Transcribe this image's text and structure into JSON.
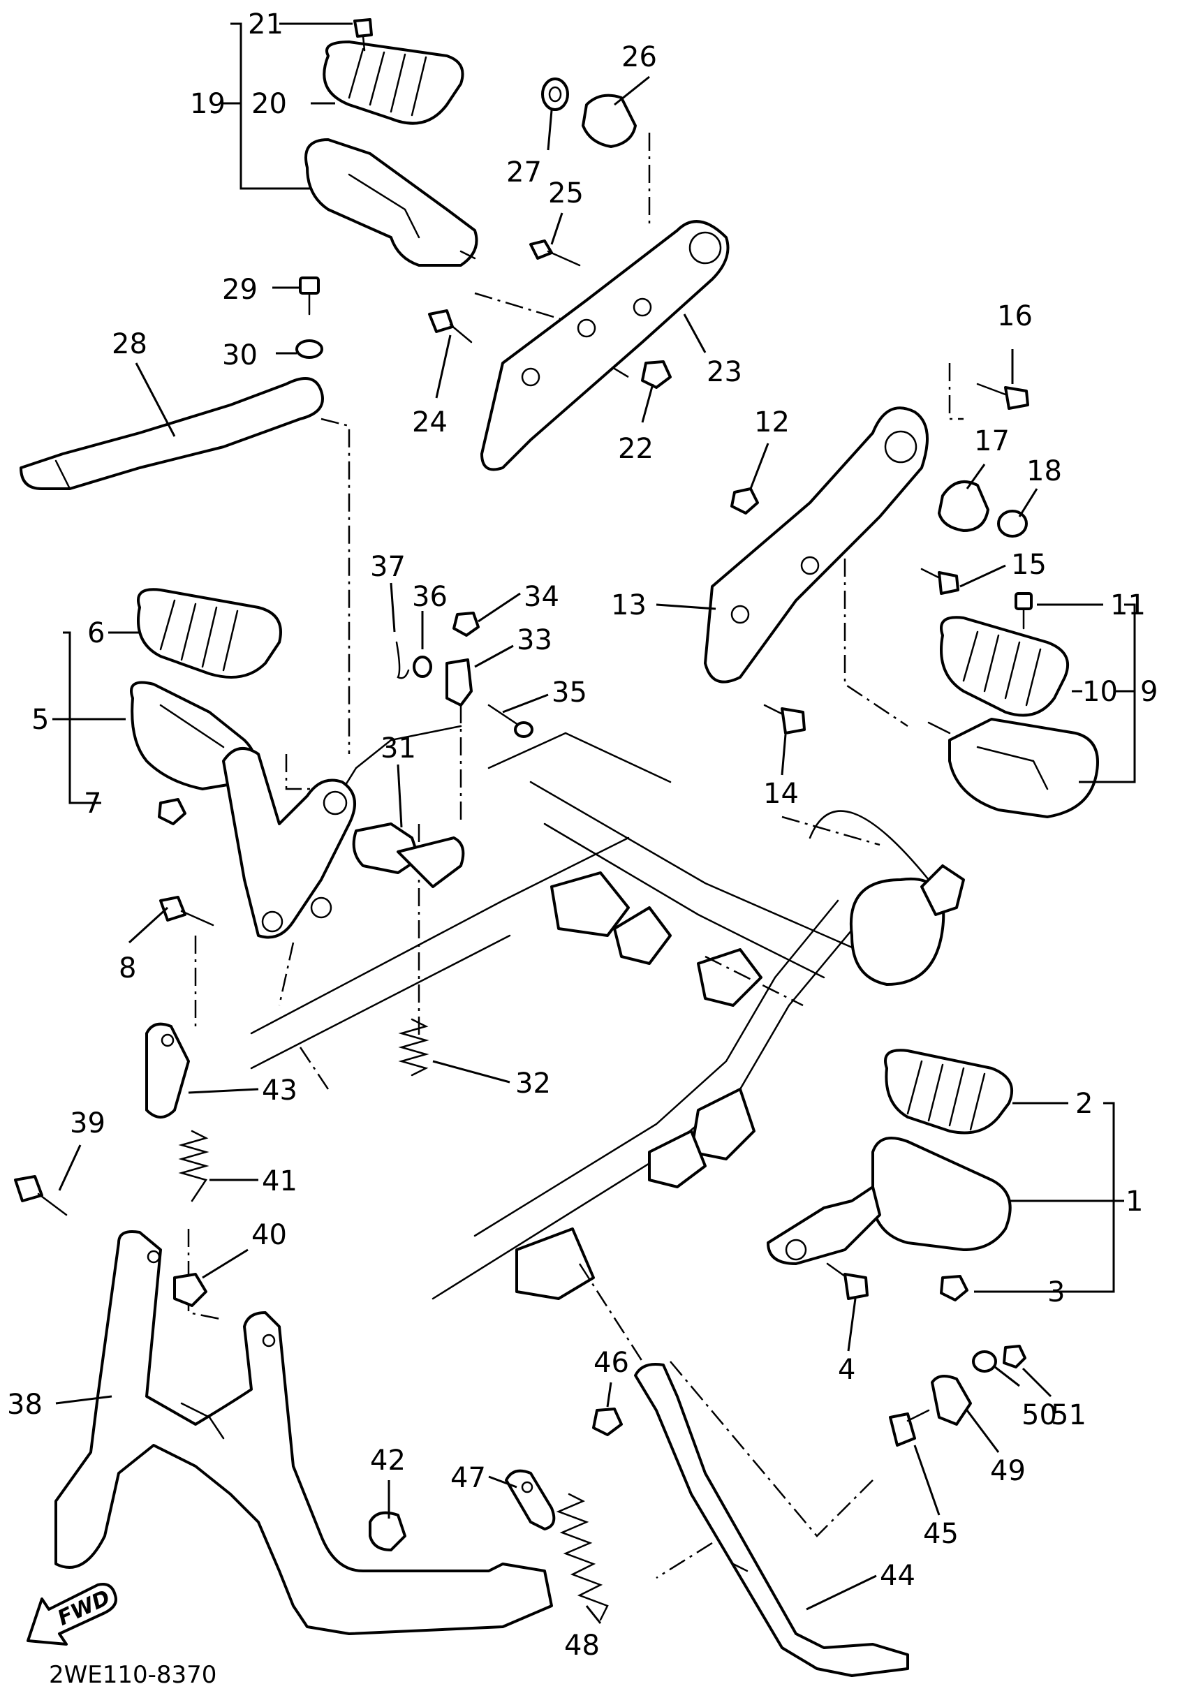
{
  "diagram": {
    "drawing_code": "2WE110-8370",
    "direction_marker": "FWD",
    "callouts": [
      {
        "id": "1",
        "label": "1"
      },
      {
        "id": "2",
        "label": "2"
      },
      {
        "id": "3",
        "label": "3"
      },
      {
        "id": "4",
        "label": "4"
      },
      {
        "id": "5",
        "label": "5"
      },
      {
        "id": "6",
        "label": "6"
      },
      {
        "id": "7",
        "label": "7"
      },
      {
        "id": "8",
        "label": "8"
      },
      {
        "id": "9",
        "label": "9"
      },
      {
        "id": "10",
        "label": "10"
      },
      {
        "id": "11",
        "label": "11"
      },
      {
        "id": "12",
        "label": "12"
      },
      {
        "id": "13",
        "label": "13"
      },
      {
        "id": "14",
        "label": "14"
      },
      {
        "id": "15",
        "label": "15"
      },
      {
        "id": "16",
        "label": "16"
      },
      {
        "id": "17",
        "label": "17"
      },
      {
        "id": "18",
        "label": "18"
      },
      {
        "id": "19",
        "label": "19"
      },
      {
        "id": "20",
        "label": "20"
      },
      {
        "id": "21",
        "label": "21"
      },
      {
        "id": "22",
        "label": "22"
      },
      {
        "id": "23",
        "label": "23"
      },
      {
        "id": "24",
        "label": "24"
      },
      {
        "id": "25",
        "label": "25"
      },
      {
        "id": "26",
        "label": "26"
      },
      {
        "id": "27",
        "label": "27"
      },
      {
        "id": "28",
        "label": "28"
      },
      {
        "id": "29",
        "label": "29"
      },
      {
        "id": "30",
        "label": "30"
      },
      {
        "id": "31",
        "label": "31"
      },
      {
        "id": "32",
        "label": "32"
      },
      {
        "id": "33",
        "label": "33"
      },
      {
        "id": "34",
        "label": "34"
      },
      {
        "id": "35",
        "label": "35"
      },
      {
        "id": "36",
        "label": "36"
      },
      {
        "id": "37",
        "label": "37"
      },
      {
        "id": "38",
        "label": "38"
      },
      {
        "id": "39",
        "label": "39"
      },
      {
        "id": "40",
        "label": "40"
      },
      {
        "id": "41",
        "label": "41"
      },
      {
        "id": "42",
        "label": "42"
      },
      {
        "id": "43",
        "label": "43"
      },
      {
        "id": "44",
        "label": "44"
      },
      {
        "id": "45",
        "label": "45"
      },
      {
        "id": "46",
        "label": "46"
      },
      {
        "id": "47",
        "label": "47"
      },
      {
        "id": "48",
        "label": "48"
      },
      {
        "id": "49",
        "label": "49"
      },
      {
        "id": "50",
        "label": "50"
      },
      {
        "id": "51",
        "label": "51"
      }
    ]
  }
}
